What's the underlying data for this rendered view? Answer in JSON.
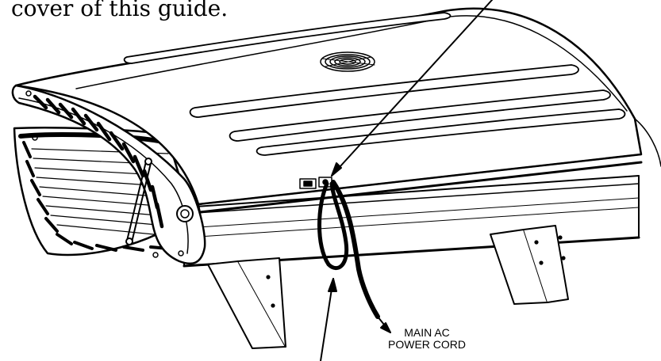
{
  "document": {
    "top_text": "cover of this guide.",
    "callouts": {
      "power_cord_line1": "MAIN AC",
      "power_cord_line2": "POWER CORD"
    }
  },
  "colors": {
    "ink": "#000000",
    "body": "#ffffff",
    "shade": "#d8d8d8"
  },
  "icons": {
    "fan": "fan-grille-icon",
    "switch": "power-switch-icon"
  }
}
